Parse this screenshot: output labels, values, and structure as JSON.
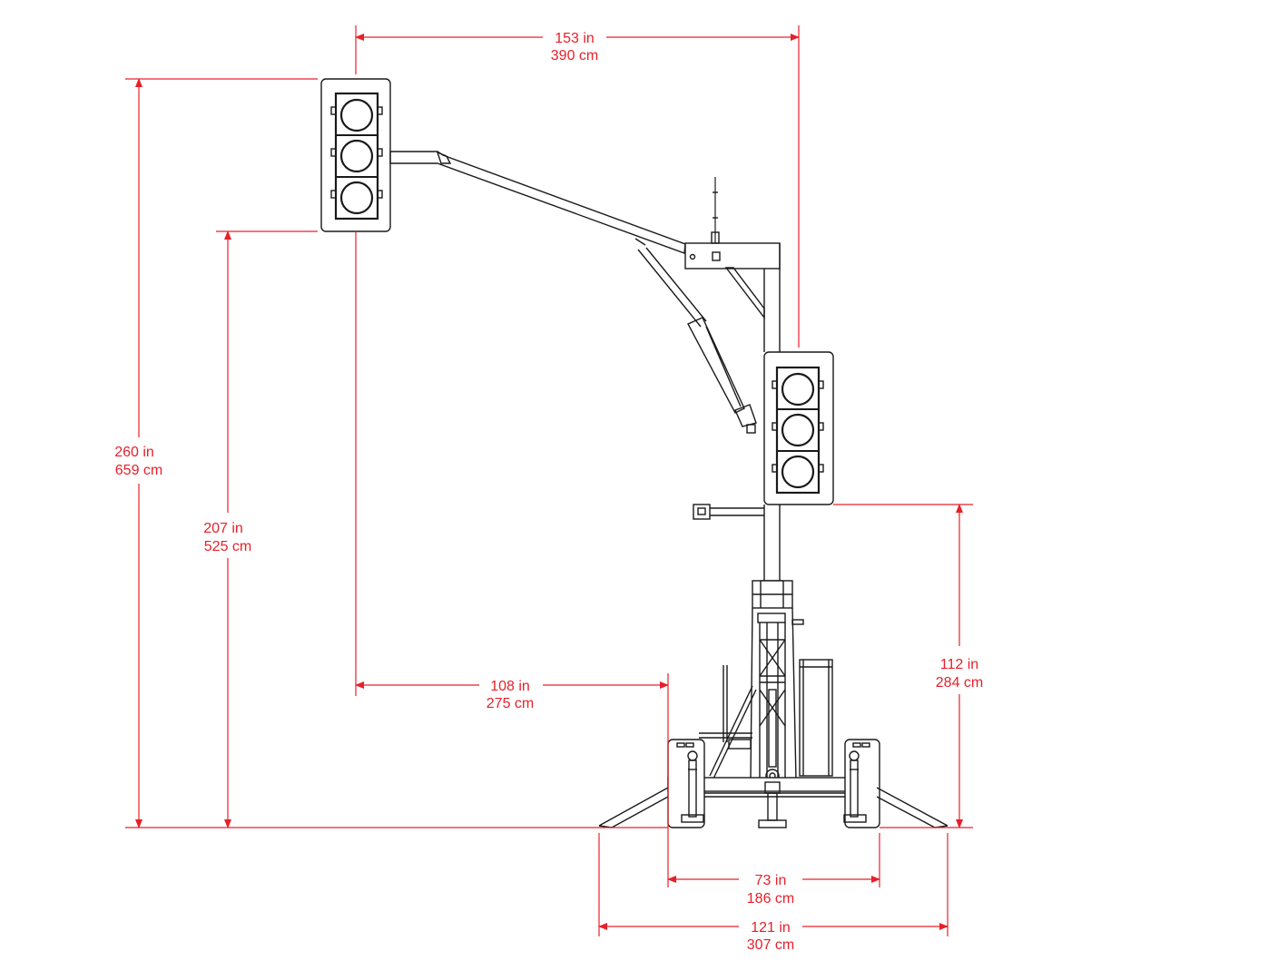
{
  "colors": {
    "dimension": "#e8202a",
    "drawing": "#1a1a1a",
    "background": "#ffffff"
  },
  "dimensions": {
    "head_spacing": {
      "inches": "153 in",
      "cm": "390 cm"
    },
    "total_height": {
      "inches": "260 in",
      "cm": "659 cm"
    },
    "clearance": {
      "inches": "207 in",
      "cm": "525 cm"
    },
    "overhang": {
      "inches": "108 in",
      "cm": "275 cm"
    },
    "pole_head": {
      "inches": "112 in",
      "cm": "284 cm"
    },
    "wheel_track": {
      "inches": "73 in",
      "cm": "186 cm"
    },
    "outrigger_span": {
      "inches": "121 in",
      "cm": "307 cm"
    }
  }
}
